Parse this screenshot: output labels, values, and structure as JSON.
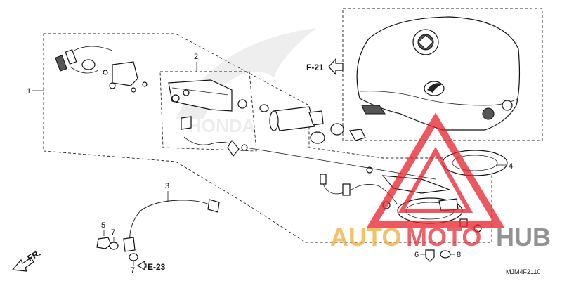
{
  "callouts": {
    "c1": "1",
    "c2": "2",
    "c3": "3",
    "c4": "4",
    "c5": "5",
    "c6": "6",
    "c7a": "7",
    "c7b": "7",
    "c8": "8"
  },
  "refs": {
    "f21": "F-21",
    "e23": "E-23",
    "fr": "FR."
  },
  "diagram_code": "MJM4F2110",
  "watermark": {
    "auto": "AUTO",
    "moto": "MOTO",
    "hub": "HUB"
  },
  "tank_logo_text": "HONDA",
  "colors": {
    "watermark_orange": "#f5a623",
    "watermark_red": "#e8202a",
    "watermark_gray": "#6e6e6e",
    "line": "#111111"
  }
}
